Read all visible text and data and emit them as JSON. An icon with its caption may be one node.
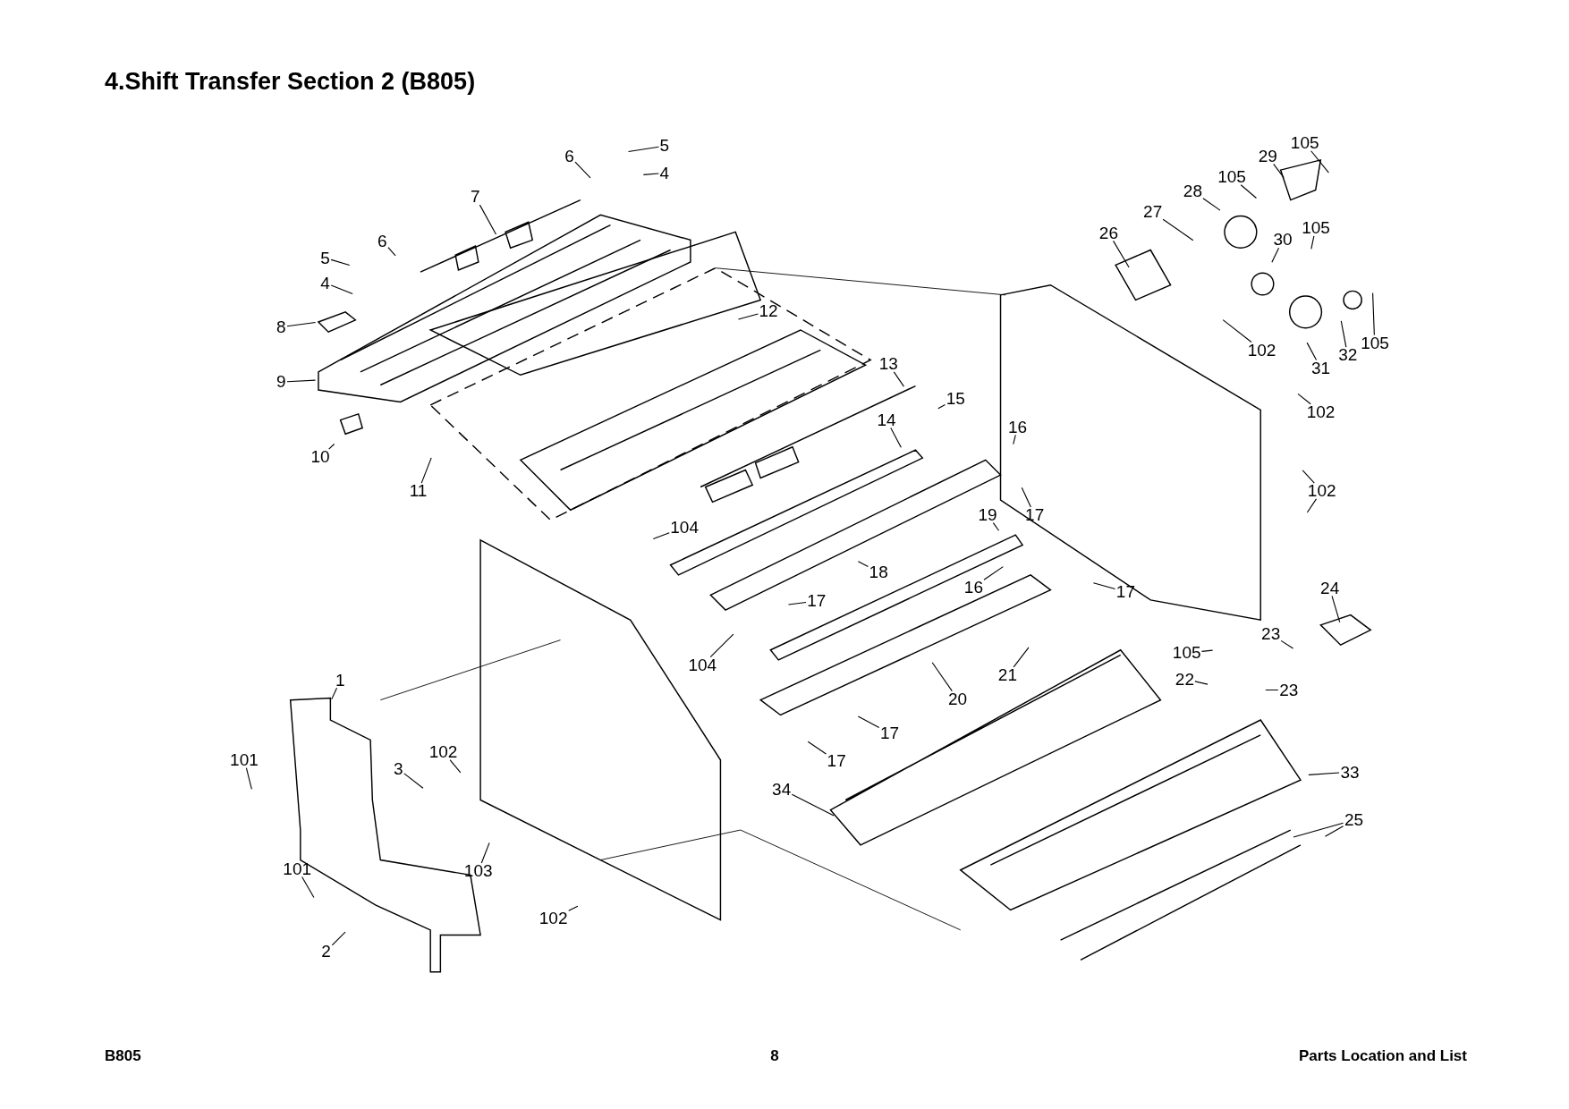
{
  "diagram": {
    "title": "4.Shift Transfer Section 2 (B805)",
    "nodes": [
      {
        "text": [
          "5"
        ]
      },
      {
        "text": [
          "4"
        ]
      },
      {
        "text": [
          "6"
        ]
      },
      {
        "text": [
          "7"
        ]
      },
      {
        "text": [
          "5"
        ]
      },
      {
        "text": [
          "6"
        ]
      },
      {
        "text": [
          "4"
        ]
      },
      {
        "text": [
          "8"
        ]
      },
      {
        "text": [
          "12"
        ]
      },
      {
        "text": [
          "9"
        ]
      },
      {
        "text": [
          "13"
        ]
      },
      {
        "text": [
          "15"
        ]
      },
      {
        "text": [
          "14"
        ]
      },
      {
        "text": [
          "16"
        ]
      },
      {
        "text": [
          "10"
        ]
      },
      {
        "text": [
          "11"
        ]
      },
      {
        "text": [
          "17"
        ]
      },
      {
        "text": [
          "104"
        ]
      },
      {
        "text": [
          "19"
        ]
      },
      {
        "text": [
          "18"
        ]
      },
      {
        "text": [
          "16"
        ]
      },
      {
        "text": [
          "17"
        ]
      },
      {
        "text": [
          "17"
        ]
      },
      {
        "text": [
          "104"
        ]
      },
      {
        "text": [
          "21"
        ]
      },
      {
        "text": [
          "20"
        ]
      },
      {
        "text": [
          "17"
        ]
      },
      {
        "text": [
          "17"
        ]
      },
      {
        "text": [
          "1"
        ]
      },
      {
        "text": [
          "101"
        ]
      },
      {
        "text": [
          "102"
        ]
      },
      {
        "text": [
          "3"
        ]
      },
      {
        "text": [
          "34"
        ]
      },
      {
        "text": [
          "103"
        ]
      },
      {
        "text": [
          "101"
        ]
      },
      {
        "text": [
          "2"
        ]
      },
      {
        "text": [
          "102"
        ]
      },
      {
        "text": [
          "26"
        ]
      },
      {
        "text": [
          "27"
        ]
      },
      {
        "text": [
          "28"
        ]
      },
      {
        "text": [
          "105"
        ]
      },
      {
        "text": [
          "29"
        ]
      },
      {
        "text": [
          "105"
        ]
      },
      {
        "text": [
          "30"
        ]
      },
      {
        "text": [
          "105"
        ]
      },
      {
        "text": [
          "102"
        ]
      },
      {
        "text": [
          "31"
        ]
      },
      {
        "text": [
          "32"
        ]
      },
      {
        "text": [
          "105"
        ]
      },
      {
        "text": [
          "102"
        ]
      },
      {
        "text": [
          "102"
        ]
      },
      {
        "text": [
          "24"
        ]
      },
      {
        "text": [
          "23"
        ]
      },
      {
        "text": [
          "105"
        ]
      },
      {
        "text": [
          "22"
        ]
      },
      {
        "text": [
          "23"
        ]
      },
      {
        "text": [
          "33"
        ]
      },
      {
        "text": [
          "25"
        ]
      }
    ],
    "edges": [
      {
        "from": 0,
        "to": null,
        "arrow": "none"
      },
      {
        "from": 1,
        "to": null,
        "arrow": "none"
      },
      {
        "from": 2,
        "to": null,
        "arrow": "none"
      },
      {
        "from": 3,
        "to": null,
        "arrow": "none"
      },
      {
        "from": 4,
        "to": null,
        "arrow": "none"
      },
      {
        "from": 5,
        "to": null,
        "arrow": "none"
      },
      {
        "from": 6,
        "to": null,
        "arrow": "none"
      },
      {
        "from": 7,
        "to": null,
        "arrow": "none"
      },
      {
        "from": 8,
        "to": null,
        "arrow": "none"
      },
      {
        "from": 9,
        "to": null,
        "arrow": "none"
      },
      {
        "from": 10,
        "to": null,
        "arrow": "none"
      },
      {
        "from": 11,
        "to": null,
        "arrow": "none"
      },
      {
        "from": 12,
        "to": null,
        "arrow": "none"
      },
      {
        "from": 13,
        "to": null,
        "arrow": "none"
      },
      {
        "from": 14,
        "to": null,
        "arrow": "none"
      },
      {
        "from": 15,
        "to": null,
        "arrow": "none"
      },
      {
        "from": 16,
        "to": null,
        "arrow": "none"
      },
      {
        "from": 17,
        "to": null,
        "arrow": "none"
      },
      {
        "from": 18,
        "to": null,
        "arrow": "none"
      },
      {
        "from": 19,
        "to": null,
        "arrow": "none"
      },
      {
        "from": 20,
        "to": null,
        "arrow": "none"
      },
      {
        "from": 21,
        "to": null,
        "arrow": "none"
      },
      {
        "from": 22,
        "to": null,
        "arrow": "none"
      },
      {
        "from": 23,
        "to": null,
        "arrow": "none"
      },
      {
        "from": 24,
        "to": null,
        "arrow": "none"
      },
      {
        "from": 25,
        "to": null,
        "arrow": "none"
      },
      {
        "from": 26,
        "to": null,
        "arrow": "none"
      },
      {
        "from": 27,
        "to": null,
        "arrow": "none"
      },
      {
        "from": 28,
        "to": null,
        "arrow": "none"
      },
      {
        "from": 29,
        "to": null,
        "arrow": "none"
      },
      {
        "from": 30,
        "to": null,
        "arrow": "none"
      },
      {
        "from": 31,
        "to": null,
        "arrow": "none"
      },
      {
        "from": 32,
        "to": null,
        "arrow": "none"
      },
      {
        "from": 33,
        "to": null,
        "arrow": "none"
      },
      {
        "from": 34,
        "to": null,
        "arrow": "none"
      },
      {
        "from": 35,
        "to": null,
        "arrow": "none"
      },
      {
        "from": 36,
        "to": null,
        "arrow": "none"
      },
      {
        "from": 37,
        "to": null,
        "arrow": "none"
      },
      {
        "from": 38,
        "to": null,
        "arrow": "none"
      },
      {
        "from": 39,
        "to": null,
        "arrow": "none"
      },
      {
        "from": 40,
        "to": null,
        "arrow": "none"
      },
      {
        "from": 41,
        "to": null,
        "arrow": "none"
      },
      {
        "from": 42,
        "to": null,
        "arrow": "none"
      },
      {
        "from": 43,
        "to": null,
        "arrow": "none"
      },
      {
        "from": 44,
        "to": null,
        "arrow": "none"
      },
      {
        "from": 45,
        "to": null,
        "arrow": "none"
      },
      {
        "from": 46,
        "to": null,
        "arrow": "none"
      },
      {
        "from": 47,
        "to": null,
        "arrow": "none"
      },
      {
        "from": 48,
        "to": null,
        "arrow": "none"
      },
      {
        "from": 49,
        "to": null,
        "arrow": "none"
      },
      {
        "from": 50,
        "to": null,
        "arrow": "none"
      },
      {
        "from": 50,
        "to": null,
        "arrow": "none"
      },
      {
        "from": 51,
        "to": null,
        "arrow": "none"
      },
      {
        "from": 52,
        "to": null,
        "arrow": "none"
      },
      {
        "from": 53,
        "to": null,
        "arrow": "none"
      },
      {
        "from": 54,
        "to": null,
        "arrow": "none"
      },
      {
        "from": 55,
        "to": null,
        "arrow": "none"
      },
      {
        "from": 56,
        "to": null,
        "arrow": "none"
      },
      {
        "from": 57,
        "to": null,
        "arrow": "none"
      },
      {
        "from": 57,
        "to": null,
        "arrow": "none"
      }
    ],
    "labels": [
      "B805",
      "8",
      "Parts Location and List"
    ]
  }
}
